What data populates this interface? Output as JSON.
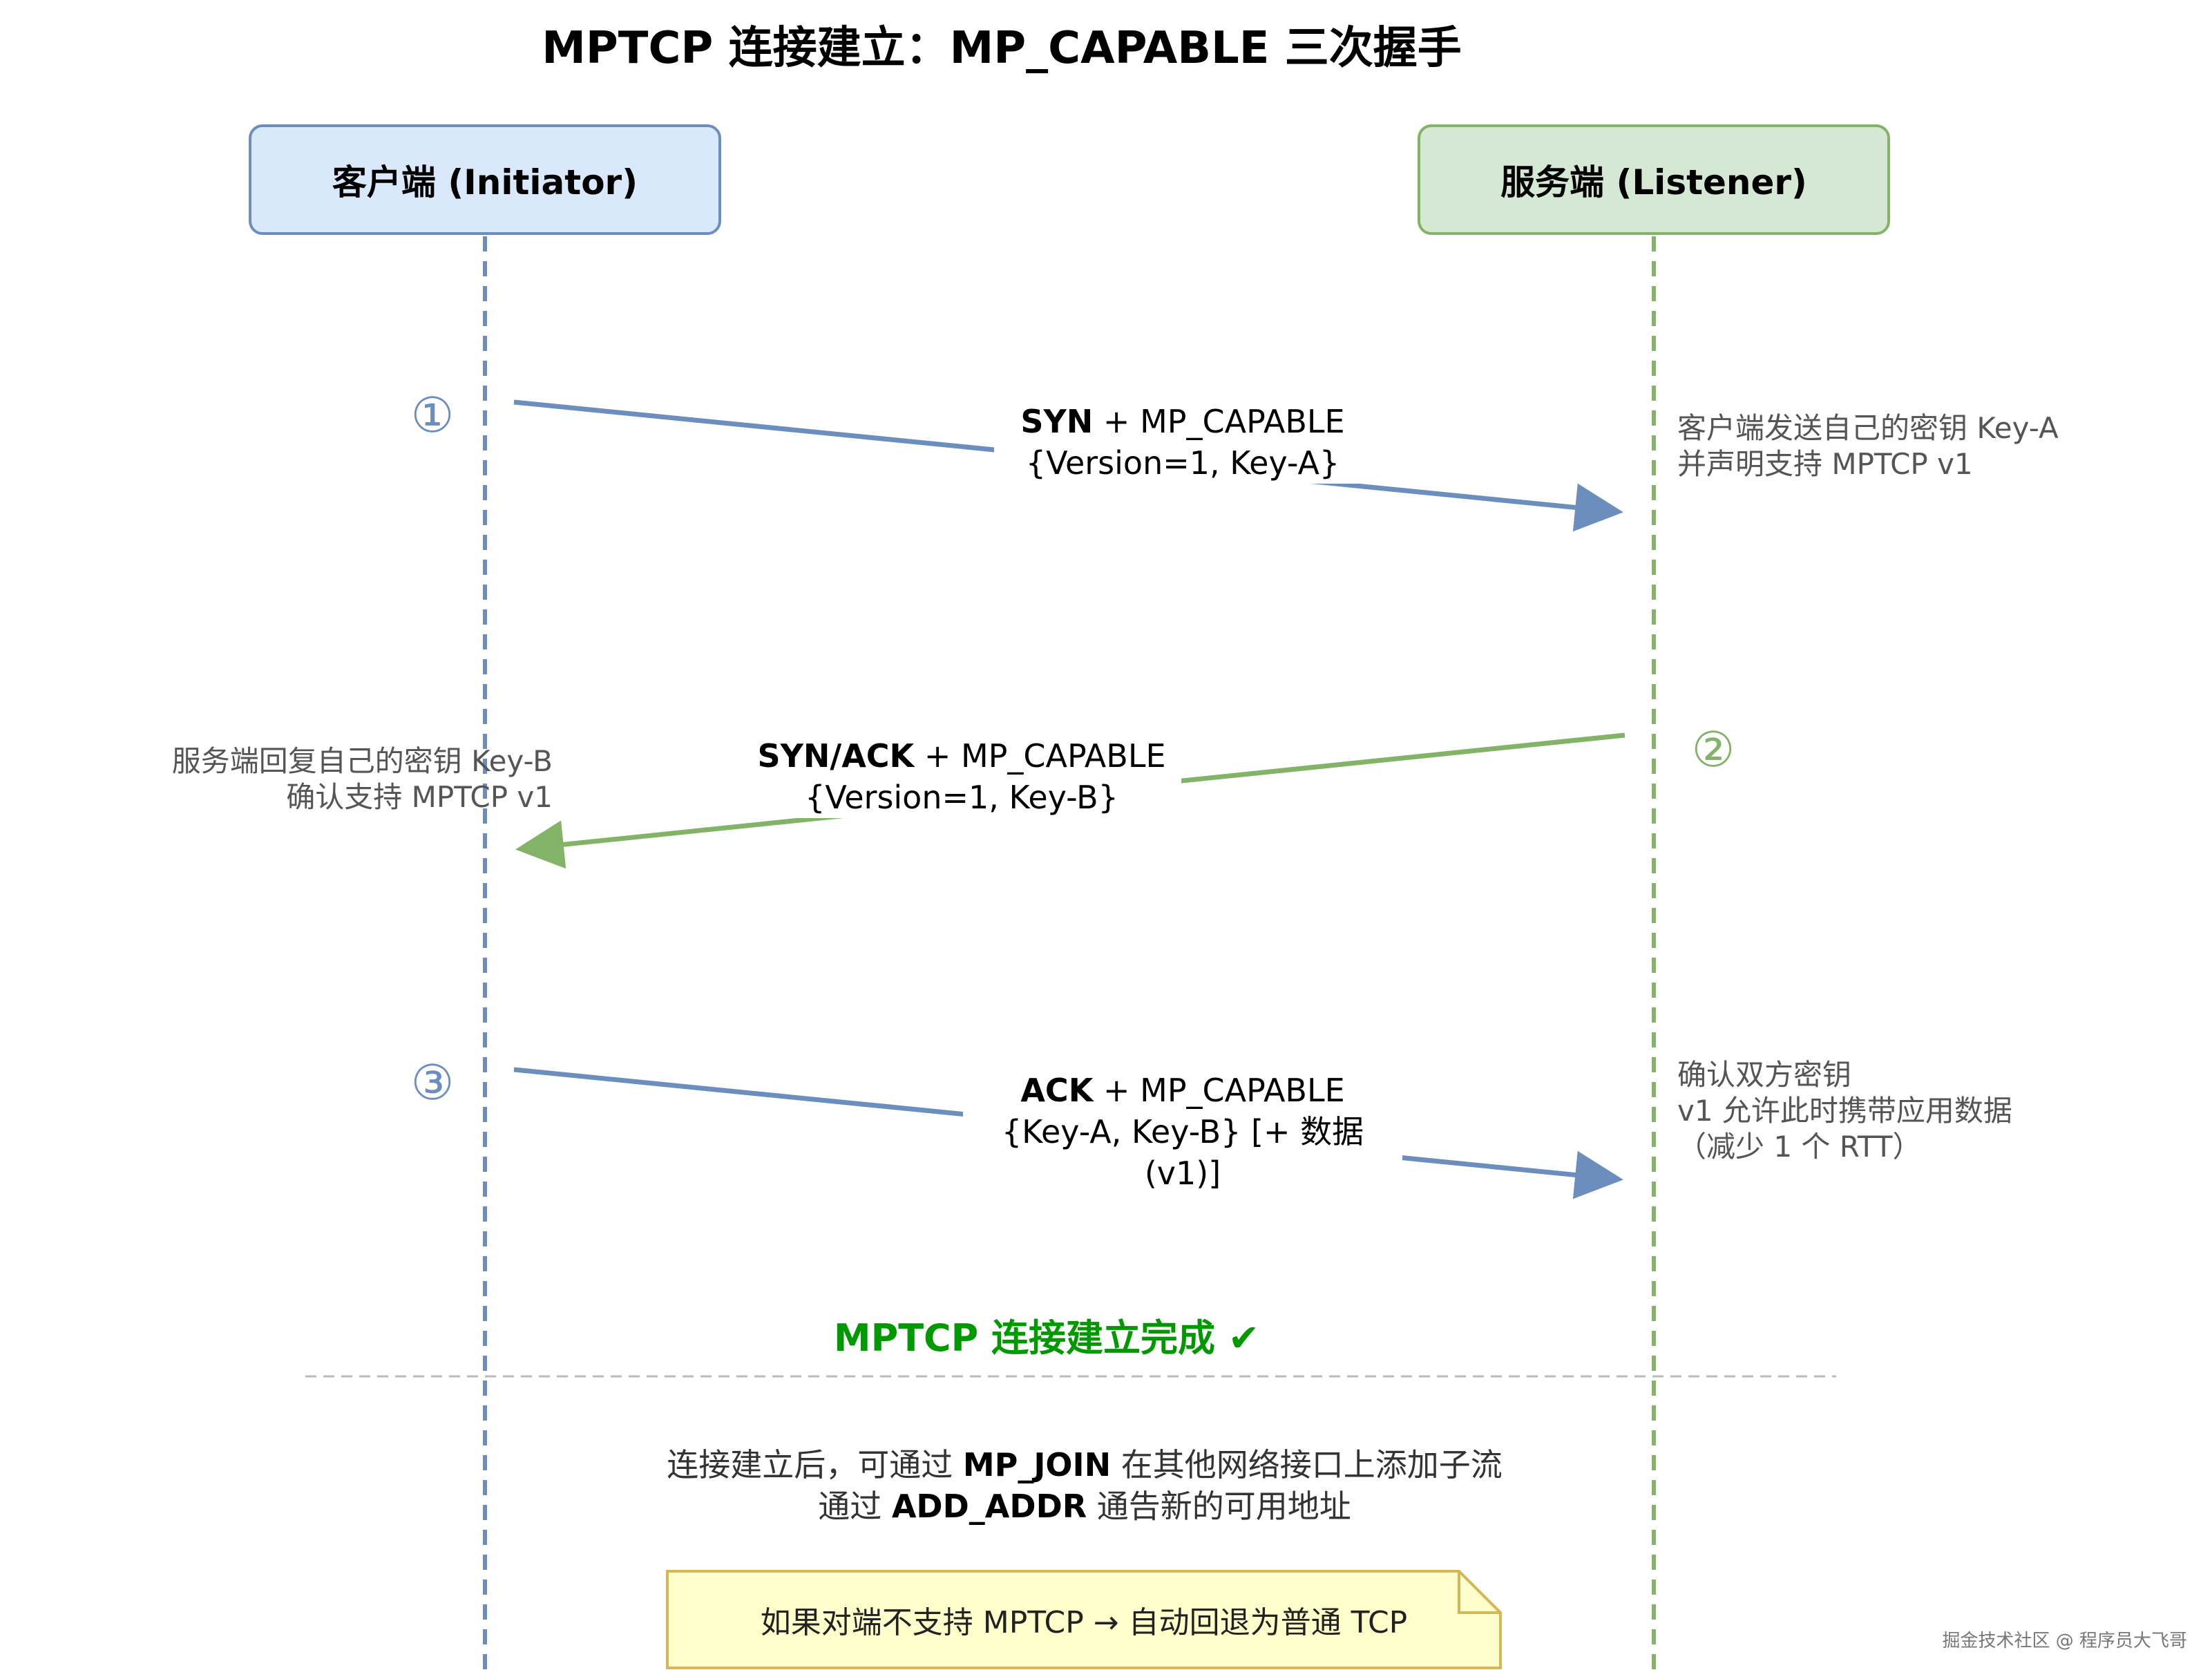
{
  "title": "MPTCP 连接建立：MP_CAPABLE 三次握手",
  "actors": {
    "client": "客户端 (Initiator)",
    "server": "服务端 (Listener)"
  },
  "steps": [
    {
      "number": "①",
      "label_bold": "SYN",
      "label_rest": " + MP_CAPABLE",
      "label_line2": "{Version=1, Key-A}",
      "note_line1": "客户端发送自己的密钥 Key-A",
      "note_line2": "并声明支持 MPTCP v1"
    },
    {
      "number": "②",
      "label_bold": "SYN/ACK",
      "label_rest": " + MP_CAPABLE",
      "label_line2": "{Version=1, Key-B}",
      "note_line1": "服务端回复自己的密钥 Key-B",
      "note_line2": "确认支持 MPTCP v1"
    },
    {
      "number": "③",
      "label_bold": "ACK",
      "label_rest": " + MP_CAPABLE",
      "label_line2": "{Key-A, Key-B} [+ 数据 (v1)]",
      "note_line1": "确认双方密钥",
      "note_line2": "v1 允许此时携带应用数据",
      "note_line3": "（减少 1 个 RTT）"
    }
  ],
  "done": "MPTCP 连接建立完成 ✔",
  "info": {
    "line1_pre": "连接建立后，可通过 ",
    "line1_bold": "MP_JOIN",
    "line1_post": " 在其他网络接口上添加子流",
    "line2_pre": "通过 ",
    "line2_bold": "ADD_ADDR",
    "line2_post": " 通告新的可用地址"
  },
  "fallback": "如果对端不支持 MPTCP → 自动回退为普通 TCP",
  "watermark": "掘金技术社区 @ 程序员大飞哥",
  "colors": {
    "client_fill": "#dae8fc",
    "client_stroke": "#6c8ebf",
    "server_fill": "#d5e8d4",
    "server_stroke": "#82b366",
    "done_text": "#009900",
    "note_fill": "#ffffcc",
    "note_stroke": "#d6b656"
  }
}
